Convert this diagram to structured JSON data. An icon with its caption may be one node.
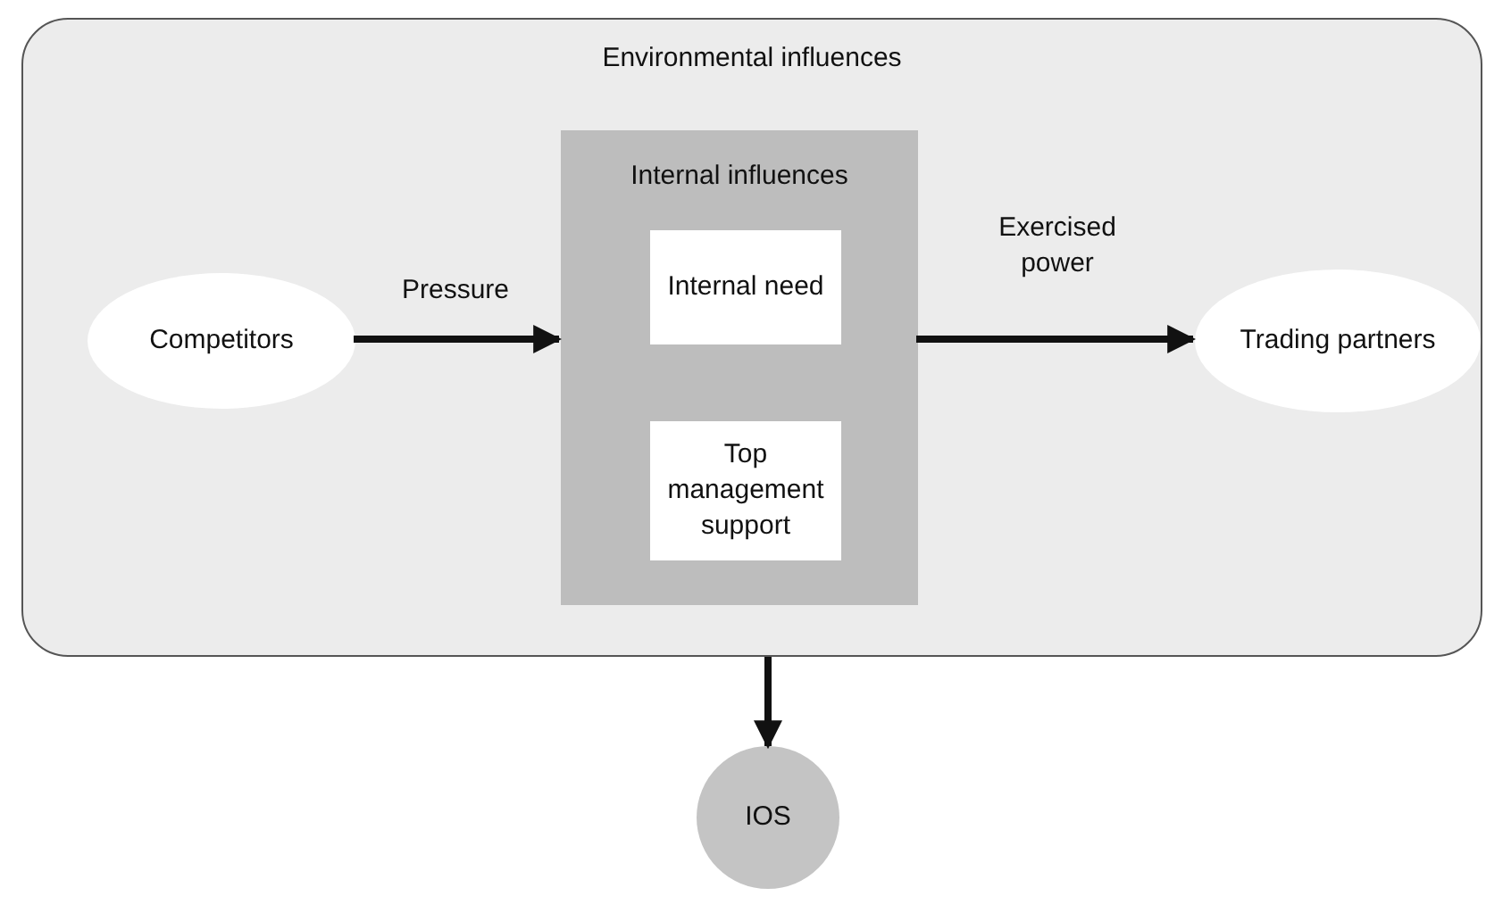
{
  "diagram": {
    "nodes": [
      {
        "text": [
          "Environmental influences"
        ]
      },
      {
        "text": [
          "Competitors"
        ],
        "in": 0
      },
      {
        "text": [
          "Internal influences"
        ],
        "in": 0
      },
      {
        "text": [
          "Internal need"
        ],
        "in": 2
      },
      {
        "text": [
          "Top management support"
        ],
        "in": 2
      },
      {
        "text": [
          "Trading partners"
        ],
        "in": 0
      },
      {
        "text": [
          "IOS"
        ]
      }
    ],
    "edges": [
      {
        "from": 1,
        "to": 2,
        "arrow": "to",
        "label": "Pressure"
      },
      {
        "from": 2,
        "to": 5,
        "arrow": "to",
        "label": "Exercised power"
      },
      {
        "from": 0,
        "to": 6,
        "arrow": "to"
      }
    ]
  }
}
